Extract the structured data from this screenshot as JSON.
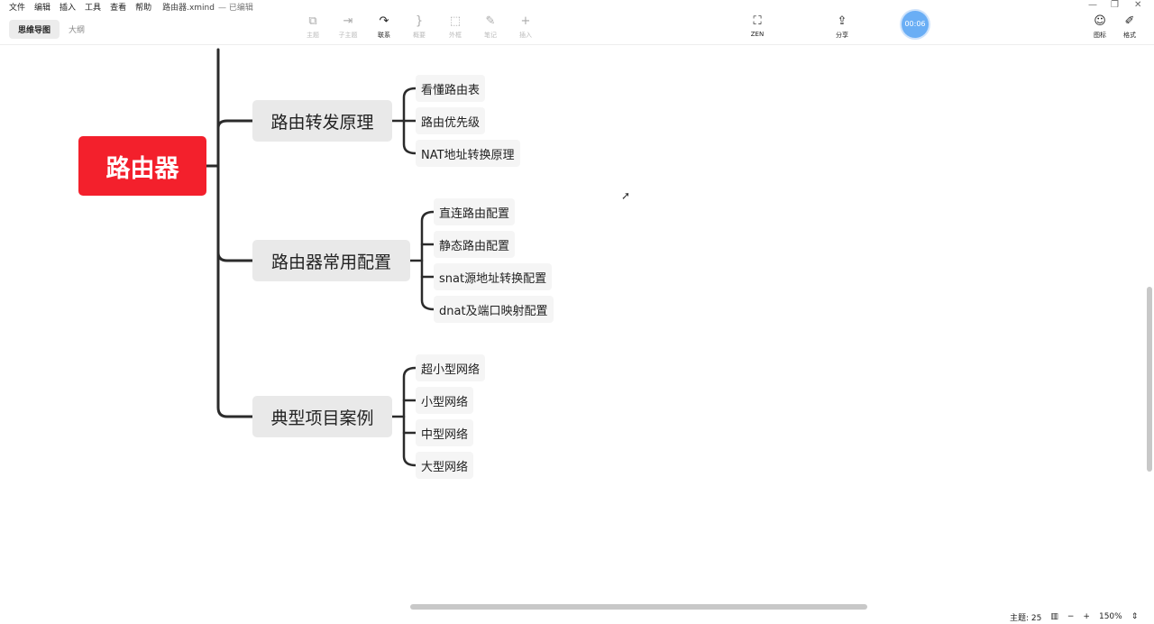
{
  "menu": [
    "文件",
    "编辑",
    "插入",
    "工具",
    "查看",
    "帮助"
  ],
  "file": {
    "name": "路由器.xmind",
    "status": "— 已编辑"
  },
  "view_tabs": [
    "思维导图",
    "大纲"
  ],
  "toolbar": {
    "topic": "主题",
    "subtopic": "子主题",
    "relation": "联系",
    "summary": "概要",
    "boundary": "外框",
    "note": "笔记",
    "insert": "插入",
    "zen": "ZEN",
    "share": "分享",
    "icon": "图标",
    "format": "格式"
  },
  "timer": "00:06",
  "icons": {
    "minimize": "minimize-icon",
    "restore": "restore-icon",
    "close": "close-icon"
  },
  "colors": {
    "root": "#f3202c",
    "topic_bg": "#e9e9e9",
    "subtopic_bg": "#f5f5f5",
    "timer": "#6aaef5"
  },
  "mindmap": {
    "root": "路由器",
    "topics": [
      {
        "title": "路由转发原理",
        "children": [
          "看懂路由表",
          "路由优先级",
          "NAT地址转换原理"
        ]
      },
      {
        "title": "路由器常用配置",
        "children": [
          "直连路由配置",
          "静态路由配置",
          "snat源地址转换配置",
          "dnat及端口映射配置"
        ]
      },
      {
        "title": "典型项目案例",
        "children": [
          "超小型网络",
          "小型网络",
          "中型网络",
          "大型网络"
        ]
      }
    ]
  },
  "statusbar": {
    "topic_count": "主题: 25",
    "zoom": "150%"
  }
}
